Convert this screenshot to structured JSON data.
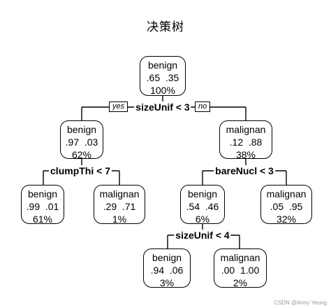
{
  "title": "决策树",
  "edge_labels": {
    "yes": "yes",
    "no": "no"
  },
  "splits": {
    "root": "sizeUnif < 3",
    "left": "clumpThi < 7",
    "right": "bareNucl < 3",
    "right_left": "sizeUnif < 4"
  },
  "nodes": {
    "root": {
      "cls": "benign",
      "probs": ".65  .35",
      "pct": "100%"
    },
    "n2": {
      "cls": "benign",
      "probs": ".97  .03",
      "pct": "62%"
    },
    "n3": {
      "cls": "malignan",
      "probs": ".12  .88",
      "pct": "38%"
    },
    "n4": {
      "cls": "benign",
      "probs": ".99  .01",
      "pct": "61%"
    },
    "n5": {
      "cls": "malignan",
      "probs": ".29  .71",
      "pct": "1%"
    },
    "n6": {
      "cls": "benign",
      "probs": ".54  .46",
      "pct": "6%"
    },
    "n7": {
      "cls": "malignan",
      "probs": ".05  .95",
      "pct": "32%"
    },
    "n12": {
      "cls": "benign",
      "probs": ".94  .06",
      "pct": "3%"
    },
    "n13": {
      "cls": "malignan",
      "probs": ".00  1.00",
      "pct": "2%"
    }
  },
  "watermark": "CSDN @Anny Yeung"
}
